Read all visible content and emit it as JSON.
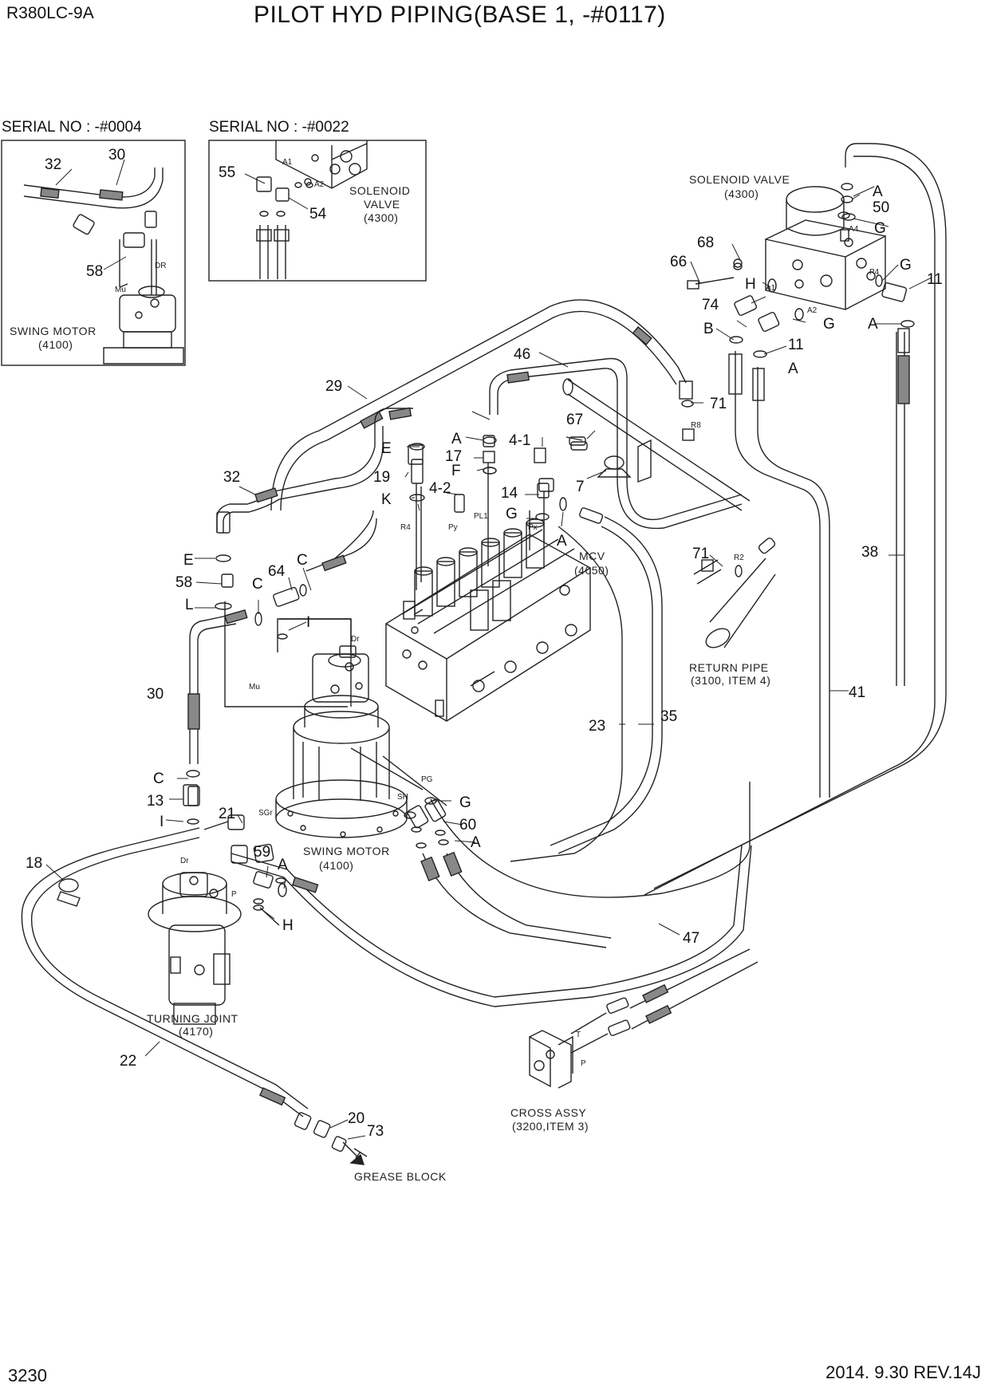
{
  "header": {
    "model": "R380LC-9A",
    "title": "PILOT HYD PIPING(BASE 1, -#0117)"
  },
  "insets": {
    "left_serial": "SERIAL NO : -#0004",
    "right_serial": "SERIAL NO : -#0022"
  },
  "captions": {
    "solenoid_main_1": "SOLENOID VALVE",
    "solenoid_main_2": "(4300)",
    "solenoid_inset_1": "SOLENOID",
    "solenoid_inset_2": "VALVE",
    "solenoid_inset_3": "(4300)",
    "swing_inset_1": "SWING MOTOR",
    "swing_inset_2": "(4100)",
    "swing_main_1": "SWING MOTOR",
    "swing_main_2": "(4100)",
    "mcv_1": "MCV",
    "mcv_2": "(4050)",
    "return_1": "RETURN PIPE",
    "return_2": "(3100, ITEM 4)",
    "turning_1": "TURNING JOINT",
    "turning_2": "(4170)",
    "cross_1": "CROSS ASSY",
    "cross_2": "(3200,ITEM 3)",
    "grease": "GREASE BLOCK"
  },
  "ports": {
    "a1": "A1",
    "a2": "A2",
    "a4": "A4",
    "p4": "P4",
    "r8": "R8",
    "r2": "R2",
    "r4": "R4",
    "py": "Py",
    "pl1": "PL1",
    "px": "Px",
    "pg": "PG",
    "sh": "SH",
    "sgr": "SGr",
    "dr": "Dr",
    "dr_inset": "DR",
    "mu": "Mu",
    "p": "P",
    "t": "T"
  },
  "callouts": {
    "c32a": "32",
    "c30a": "30",
    "c58a": "58",
    "c55": "55",
    "c54": "54",
    "c68": "68",
    "c66": "66",
    "c50": "50",
    "cA1": "A",
    "cG1": "G",
    "cG2": "G",
    "c11a": "11",
    "cH1": "H",
    "c74": "74",
    "cB": "B",
    "cG3": "G",
    "cA2": "A",
    "c11b": "11",
    "cA3": "A",
    "c46": "46",
    "c29": "29",
    "c71a": "71",
    "c67": "67",
    "cA4": "A",
    "c4_1": "4-1",
    "cE1": "E",
    "c17": "17",
    "cF": "F",
    "c19": "19",
    "c4_2": "4-2",
    "c14": "14",
    "c7": "7",
    "cK": "K",
    "cG4": "G",
    "cA5": "A",
    "c32b": "32",
    "cE2": "E",
    "c58b": "58",
    "c64": "64",
    "cC1": "C",
    "cC2": "C",
    "cL": "L",
    "cI1": "I",
    "c71b": "71",
    "c38": "38",
    "c30b": "30",
    "c41": "41",
    "c23": "23",
    "c35": "35",
    "cC3": "C",
    "c13": "13",
    "cI2": "I",
    "c21": "21",
    "cG5": "G",
    "c60": "60",
    "cA6": "A",
    "c18": "18",
    "c59": "59",
    "cA7": "A",
    "cH2": "H",
    "c47": "47",
    "c22": "22",
    "c20": "20",
    "c73": "73"
  },
  "footer": {
    "page": "3230",
    "revision": "2014. 9.30  REV.14J"
  }
}
